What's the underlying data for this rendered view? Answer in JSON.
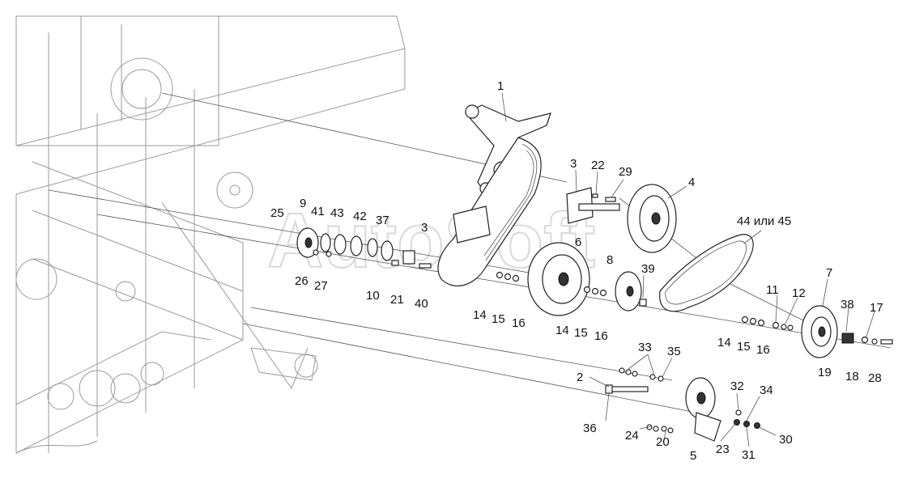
{
  "watermark": "AutoSoft",
  "labels": {
    "p1": "1",
    "p2": "2",
    "p3": "3",
    "p3b": "3",
    "p4": "4",
    "p5": "5",
    "p6": "6",
    "p7": "7",
    "p8": "8",
    "p9": "9",
    "p10": "10",
    "p11": "11",
    "p12": "12",
    "p14a": "14",
    "p14b": "14",
    "p14c": "14",
    "p15a": "15",
    "p15b": "15",
    "p15c": "15",
    "p16a": "16",
    "p16b": "16",
    "p16c": "16",
    "p17": "17",
    "p18": "18",
    "p19": "19",
    "p20": "20",
    "p21": "21",
    "p22": "22",
    "p23": "23",
    "p24": "24",
    "p25": "25",
    "p26": "26",
    "p27": "27",
    "p28": "28",
    "p29": "29",
    "p30": "30",
    "p31": "31",
    "p32": "32",
    "p33": "33",
    "p34": "34",
    "p35": "35",
    "p36": "36",
    "p37": "37",
    "p38": "38",
    "p39": "39",
    "p40": "40",
    "p41": "41",
    "p42": "42",
    "p43": "43",
    "p44": "44 или 45"
  }
}
